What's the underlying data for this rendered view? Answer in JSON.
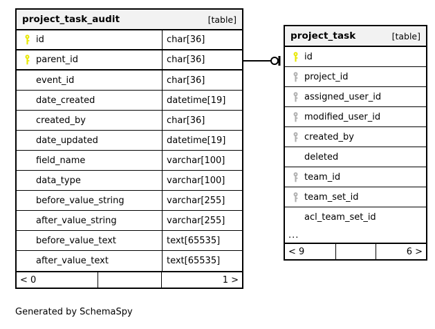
{
  "canvas": {
    "background": "#ffffff",
    "line_color": "#000000",
    "header_background": "#f2f2f2",
    "pk_key_color": "#e8e800",
    "fk_key_color": "#b0b0b0"
  },
  "caption": "Generated by SchemaSpy",
  "tables": {
    "audit": {
      "title": "project_task_audit",
      "tag": "[table]",
      "columns": [
        {
          "name": "id",
          "type": "char[36]",
          "key": "primary"
        },
        {
          "name": "parent_id",
          "type": "char[36]",
          "key": "primary"
        },
        {
          "name": "event_id",
          "type": "char[36]",
          "key": "none"
        },
        {
          "name": "date_created",
          "type": "datetime[19]",
          "key": "none"
        },
        {
          "name": "created_by",
          "type": "char[36]",
          "key": "none"
        },
        {
          "name": "date_updated",
          "type": "datetime[19]",
          "key": "none"
        },
        {
          "name": "field_name",
          "type": "varchar[100]",
          "key": "none"
        },
        {
          "name": "data_type",
          "type": "varchar[100]",
          "key": "none"
        },
        {
          "name": "before_value_string",
          "type": "varchar[255]",
          "key": "none"
        },
        {
          "name": "after_value_string",
          "type": "varchar[255]",
          "key": "none"
        },
        {
          "name": "before_value_text",
          "type": "text[65535]",
          "key": "none"
        },
        {
          "name": "after_value_text",
          "type": "text[65535]",
          "key": "none"
        }
      ],
      "footer": {
        "left": "< 0",
        "middle": "",
        "right": "1 >"
      }
    },
    "task": {
      "title": "project_task",
      "tag": "[table]",
      "columns": [
        {
          "name": "id",
          "key": "primary"
        },
        {
          "name": "project_id",
          "key": "foreign"
        },
        {
          "name": "assigned_user_id",
          "key": "foreign"
        },
        {
          "name": "modified_user_id",
          "key": "foreign"
        },
        {
          "name": "created_by",
          "key": "foreign"
        },
        {
          "name": "deleted",
          "key": "none"
        },
        {
          "name": "team_id",
          "key": "foreign"
        },
        {
          "name": "team_set_id",
          "key": "foreign"
        },
        {
          "name": "acl_team_set_id",
          "key": "none"
        }
      ],
      "more_indicator": "...",
      "footer": {
        "left": "< 9",
        "middle": "",
        "right": "6 >"
      }
    }
  },
  "relationship": {
    "from_table": "project_task_audit",
    "from_column": "parent_id",
    "to_table": "project_task",
    "to_column": "id",
    "source_cardinality": "many",
    "target_cardinality": "zero-or-one"
  }
}
